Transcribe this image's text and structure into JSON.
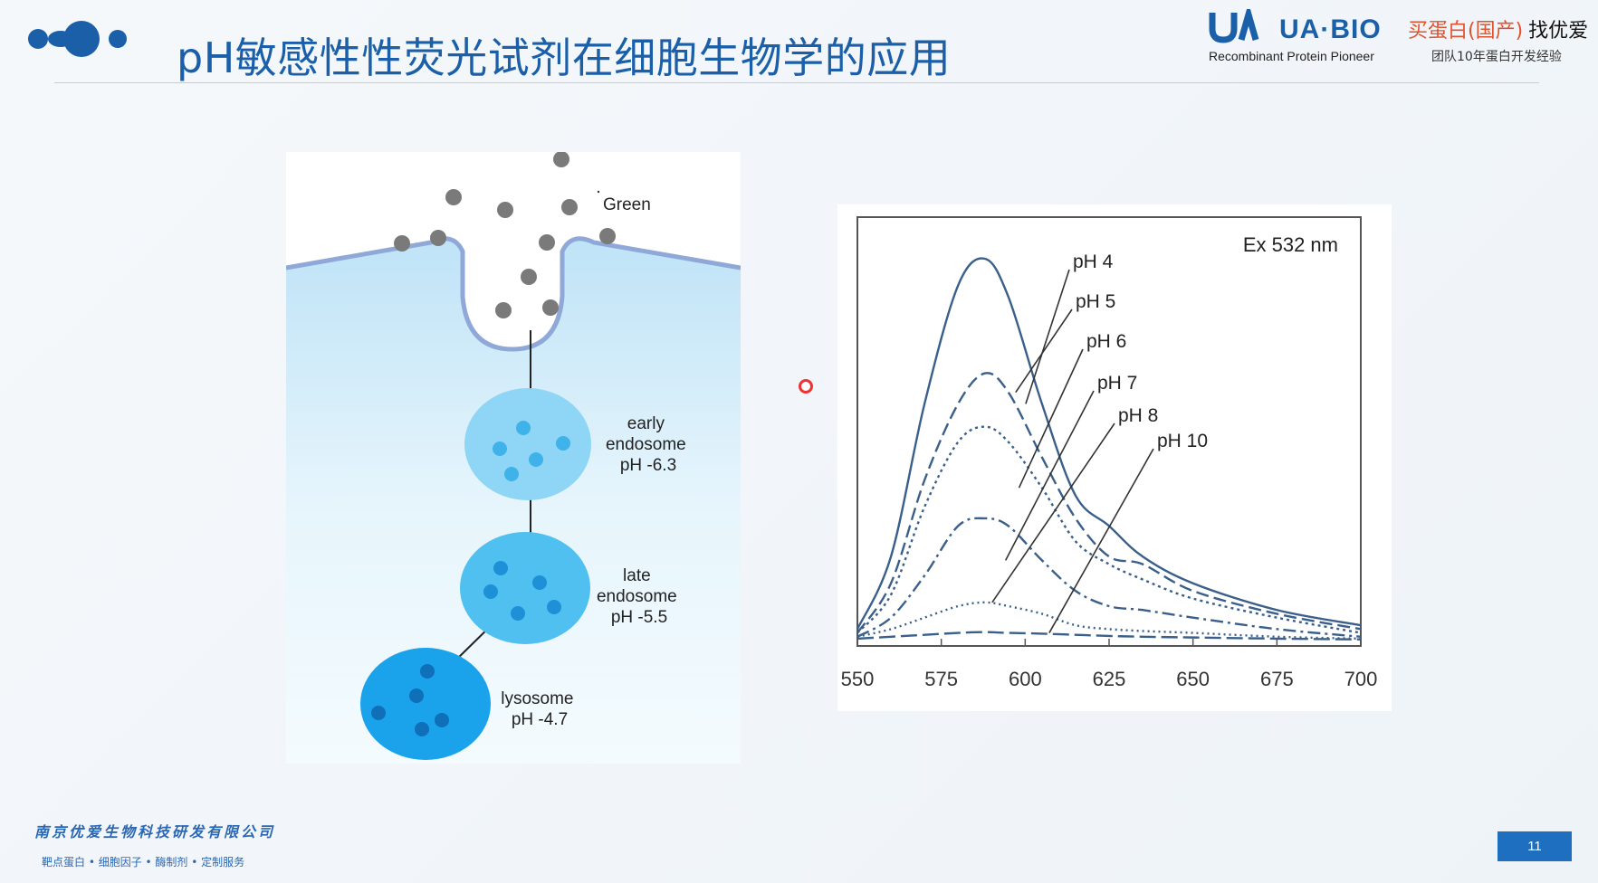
{
  "slide": {
    "title": "pH敏感性性荧光试剂在细胞生物学的应用",
    "page_number": "11"
  },
  "brand": {
    "name": "UA·BIO",
    "tagline": "Recombinant Protein Pioneer",
    "cn_red": "买蛋白(国产)",
    "cn_dark": "找优爱",
    "sub": "团队10年蛋白开发经验",
    "color": "#1a5fa8",
    "accent": "#e0532d"
  },
  "footer": {
    "company": "南京优爱生物科技研发有限公司",
    "services": "靶点蛋白 • 细胞因子 • 酶制剂 • 定制服务"
  },
  "left_figure": {
    "label_green": "Green",
    "compartments": [
      {
        "name": "early endosome",
        "line1": "early",
        "line2": "endosome",
        "line3": "pH -6.3",
        "color": "#8fd6f6"
      },
      {
        "name": "late endosome",
        "line1": "late",
        "line2": "endosome",
        "line3": "pH -5.5",
        "color": "#4fc0f0"
      },
      {
        "name": "lysosome",
        "line1": "lysosome",
        "line2": "pH -4.7",
        "color": "#1aa3ea"
      }
    ]
  },
  "chart_data": {
    "type": "line",
    "annotation": "Ex 532 nm",
    "xlim": [
      550,
      700
    ],
    "x_ticks": [
      550,
      575,
      600,
      625,
      650,
      675,
      700
    ],
    "ylim": [
      0,
      1
    ],
    "grid": false,
    "x": [
      550,
      560,
      570,
      580,
      588,
      595,
      605,
      615,
      625,
      635,
      650,
      675,
      700
    ],
    "series": [
      {
        "name": "pH 4",
        "style": "solid",
        "values": [
          0.03,
          0.22,
          0.62,
          0.93,
          1.0,
          0.9,
          0.62,
          0.38,
          0.3,
          0.22,
          0.15,
          0.08,
          0.04
        ]
      },
      {
        "name": "pH 5",
        "style": "dashed",
        "values": [
          0.02,
          0.15,
          0.42,
          0.62,
          0.7,
          0.65,
          0.48,
          0.32,
          0.22,
          0.2,
          0.13,
          0.07,
          0.03
        ]
      },
      {
        "name": "pH 6",
        "style": "dotted",
        "values": [
          0.02,
          0.12,
          0.35,
          0.52,
          0.56,
          0.52,
          0.4,
          0.26,
          0.2,
          0.16,
          0.11,
          0.06,
          0.02
        ]
      },
      {
        "name": "pH 7",
        "style": "dashdot",
        "values": [
          0.01,
          0.06,
          0.17,
          0.3,
          0.32,
          0.3,
          0.21,
          0.13,
          0.09,
          0.08,
          0.06,
          0.03,
          0.01
        ]
      },
      {
        "name": "pH 8",
        "style": "dotted-fine",
        "values": [
          0.01,
          0.03,
          0.06,
          0.09,
          0.1,
          0.09,
          0.07,
          0.04,
          0.03,
          0.025,
          0.02,
          0.01,
          0.005
        ]
      },
      {
        "name": "pH 10",
        "style": "long-dash",
        "values": [
          0.005,
          0.01,
          0.015,
          0.02,
          0.022,
          0.02,
          0.018,
          0.015,
          0.012,
          0.01,
          0.008,
          0.005,
          0.003
        ]
      }
    ],
    "line_color": "#3a5f8a"
  }
}
